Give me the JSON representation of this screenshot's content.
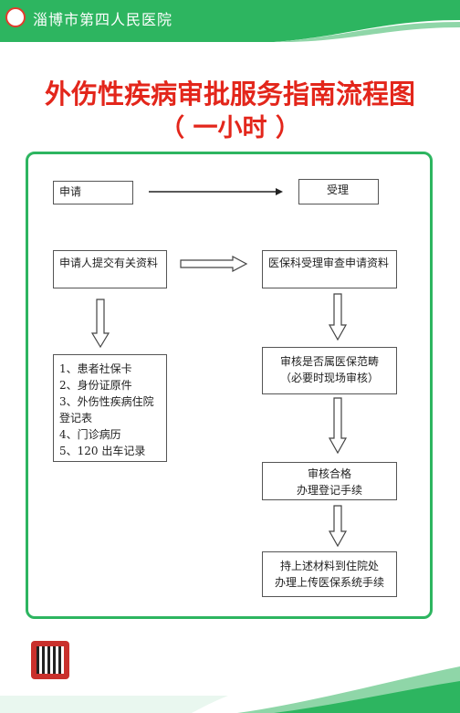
{
  "header": {
    "hospital_name": "淄博市第四人民医院"
  },
  "title": "外伤性疾病审批服务指南流程图",
  "subtitle": "（ 一小时 ）",
  "flow": {
    "apply": "申请",
    "accept": "受理",
    "submit": "申请人提交有关资料",
    "review": "医保科受理审查申请资料",
    "materials": [
      "1、患者社保卡",
      "2、身份证原件",
      "3、外伤性疾病住院",
      "登记表",
      "4、门诊病历",
      "5、120 出车记录"
    ],
    "check_line1": "审核是否属医保范畴",
    "check_line2": "（必要时现场审核）",
    "approved_line1": "审核合格",
    "approved_line2": "办理登记手续",
    "final_line1": "持上述材料到住院处",
    "final_line2": "办理上传医保系统手续"
  },
  "colors": {
    "green": "#2db560",
    "red": "#e3261b"
  }
}
